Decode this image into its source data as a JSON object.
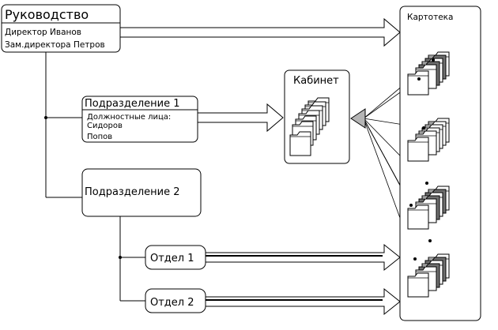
{
  "leadership": {
    "title": "Руководство",
    "lines": [
      "Директор Иванов",
      "Зам.директора Петров"
    ]
  },
  "division1": {
    "title": "Подразделение 1",
    "subtitle": "Должностные лица:",
    "lines": [
      "Сидоров",
      "Попов"
    ]
  },
  "division2": {
    "title": "Подразделение 2"
  },
  "dept1": {
    "title": "Отдел 1"
  },
  "dept2": {
    "title": "Отдел 2"
  },
  "cabinet": {
    "title": "Кабинет"
  },
  "filebox": {
    "title": "Картотека"
  }
}
